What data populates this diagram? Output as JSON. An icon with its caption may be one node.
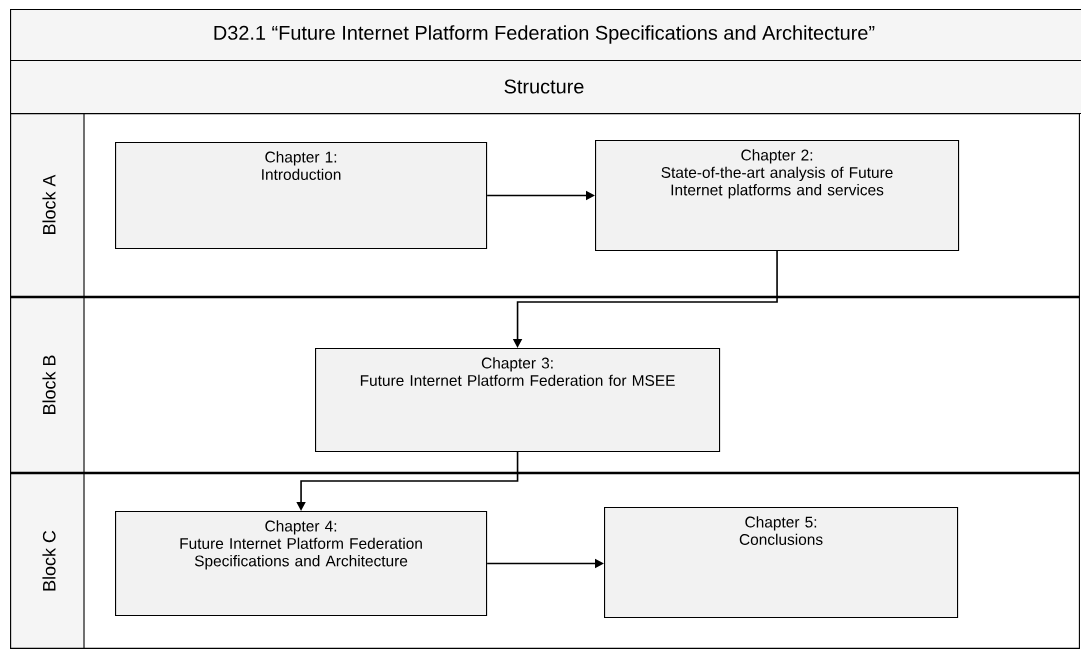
{
  "diagram": {
    "nodes": [
      {
        "text": [
          "D32.1 “Future Internet Platform Federation Specifications and Architecture”"
        ]
      },
      {
        "text": [
          "Structure"
        ]
      },
      {
        "text": [
          "Block A"
        ]
      },
      {
        "text": [
          "Chapter 1:",
          "Introduction"
        ],
        "in": 2
      },
      {
        "text": [
          "Chapter 2:",
          "State-of-the-art analysis of Future Internet platforms and services"
        ],
        "in": 2
      },
      {
        "text": [
          "Block B"
        ]
      },
      {
        "text": [
          "Chapter 3:",
          "Future Internet Platform Federation for MSEE"
        ],
        "in": 5
      },
      {
        "text": [
          "Block C"
        ]
      },
      {
        "text": [
          "Chapter 4:",
          "Future Internet Platform Federation Specifications and Architecture"
        ],
        "in": 7
      },
      {
        "text": [
          "Chapter 5:",
          "Conclusions"
        ],
        "in": 7
      }
    ],
    "edges": [
      {
        "from": 3,
        "to": 4,
        "arrow": "to"
      },
      {
        "from": 4,
        "to": 6,
        "arrow": "to"
      },
      {
        "from": 6,
        "to": 8,
        "arrow": "to"
      },
      {
        "from": 8,
        "to": 9,
        "arrow": "to"
      }
    ]
  }
}
